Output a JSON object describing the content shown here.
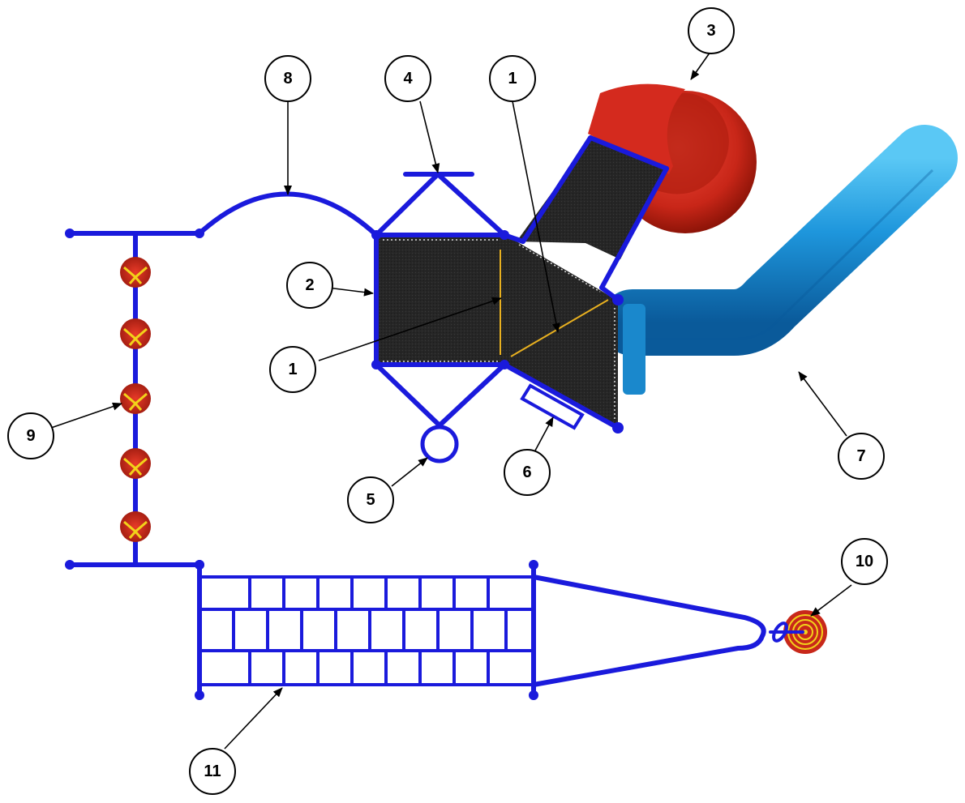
{
  "callouts": [
    {
      "label": "1"
    },
    {
      "label": "1"
    },
    {
      "label": "2"
    },
    {
      "label": "3"
    },
    {
      "label": "4"
    },
    {
      "label": "5"
    },
    {
      "label": "6"
    },
    {
      "label": "7"
    },
    {
      "label": "8"
    },
    {
      "label": "9"
    },
    {
      "label": "10"
    },
    {
      "label": "11"
    }
  ],
  "colors": {
    "frame": "#1a1adc",
    "deck": "#222222",
    "spiral_slide": "#d42a1e",
    "tube_slide": "#1c8fd6",
    "handhold": "#d42a1e",
    "handhold_accent": "#f2d21a",
    "deck_lines": "#e8b020"
  }
}
